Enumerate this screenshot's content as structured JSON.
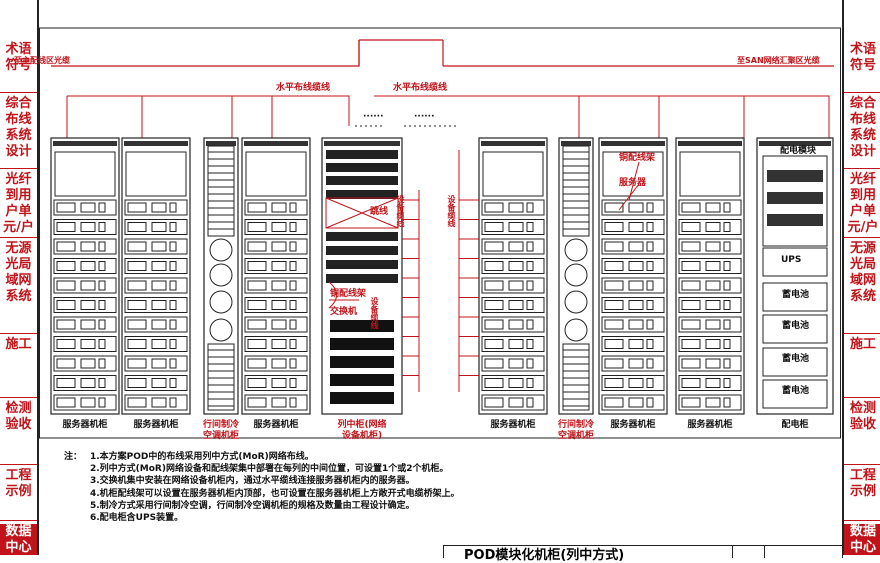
{
  "sidebar_left": [
    {
      "label": "术语\n符号",
      "active": false
    },
    {
      "label": "综合\n布线\n系统\n设计",
      "active": false
    },
    {
      "label": "光纤\n到用\n户单\n元/户",
      "active": false
    },
    {
      "label": "无源\n光局\n域网\n系统",
      "active": false
    },
    {
      "label": "施工",
      "active": false
    },
    {
      "label": "检测\n验收",
      "active": false
    },
    {
      "label": "工程\n示例",
      "active": false
    },
    {
      "label": "数据\n中心",
      "active": true
    }
  ],
  "sidebar_right": [
    {
      "label": "术语\n符号",
      "active": false
    },
    {
      "label": "综合\n布线\n系统\n设计",
      "active": false
    },
    {
      "label": "光纤\n到用\n户单\n元/户",
      "active": false
    },
    {
      "label": "无源\n光局\n域网\n系统",
      "active": false
    },
    {
      "label": "施工",
      "active": false
    },
    {
      "label": "检测\n验收",
      "active": false
    },
    {
      "label": "工程\n示例",
      "active": false
    },
    {
      "label": "数据\n中心",
      "active": true
    }
  ],
  "diagram": {
    "top_left_label": "至主配线区光缆",
    "top_right_label": "至SAN网络汇聚区光缆",
    "horizontal_cable_label": "水平布线缆线",
    "ellipsis": "······",
    "rack_labels": {
      "server": "服务器机柜",
      "cooling": "行间制冷\n空调机柜",
      "network": "列中柜(网络\n设备机柜)",
      "power": "配电柜"
    },
    "annotations": {
      "jumper": "跳线",
      "equipment_cable": "设备缆线",
      "copper_patch_panel": "铜配线架",
      "switch": "交换机",
      "server": "服务器",
      "power_module": "配电模块",
      "ups": "UPS",
      "battery": "蓄电池"
    }
  },
  "notes": {
    "head": "注：",
    "items": [
      "1.本方案POD中的布线采用列中方式(MoR)网络布线。",
      "2.列中方式(MoR)网络设备和配线架集中部署在每列的中间位置，可设置1个或2个机柜。",
      "3.交换机集中安装在网络设备机柜内，通过水平缆线连接服务器机柜内的服务器。",
      "4.机柜配线架可以设置在服务器机柜内顶部，也可设置在服务器机柜上方敞开式电缆桥架上。",
      "5.制冷方式采用行间制冷空调，行间制冷空调机柜的规格及数量由工程设计确定。",
      "6.配电柜含UPS装置。"
    ]
  },
  "title_block": {
    "title": "POD模块化机柜(列中方式)"
  },
  "colors": {
    "accent": "#c0141a",
    "line": "#222222"
  }
}
